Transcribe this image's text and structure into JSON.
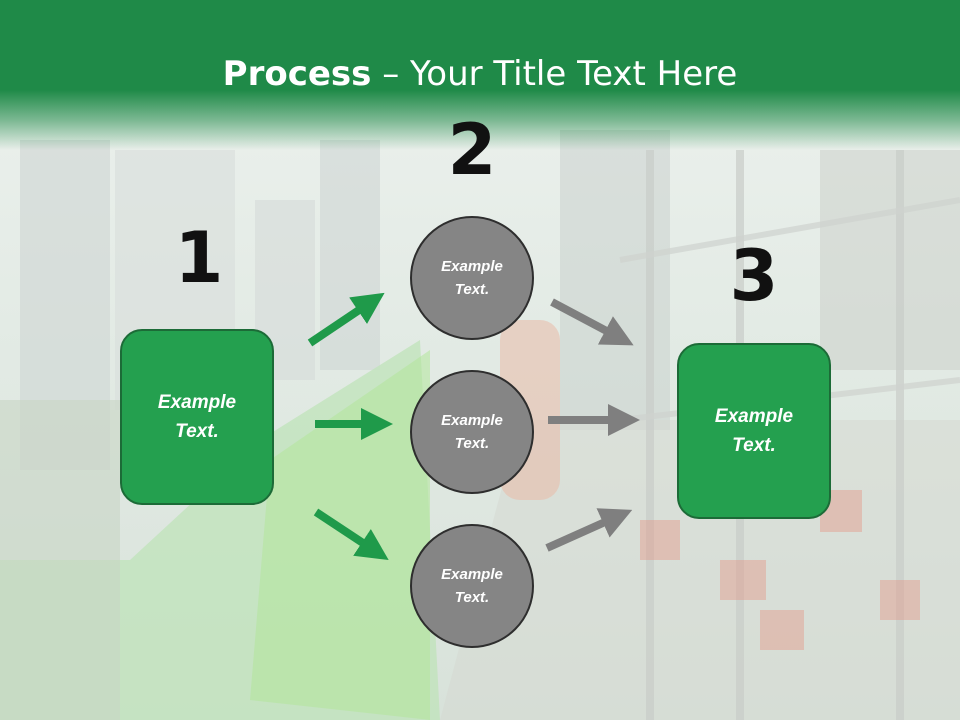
{
  "title": {
    "bold": "Process",
    "separator": " – ",
    "rest": "Your Title Text Here"
  },
  "steps": [
    {
      "number": "1",
      "text": "Example\nText."
    },
    {
      "number": "2",
      "text": ""
    },
    {
      "number": "3",
      "text": "Example\nText."
    }
  ],
  "circles": [
    {
      "text": "Example\nText."
    },
    {
      "text": "Example\nText."
    },
    {
      "text": "Example\nText."
    }
  ],
  "colors": {
    "band": "#1f8a48",
    "box": "#24a04f",
    "box_border": "#1c6b37",
    "circle": "#858585",
    "arrow_green": "#1f9a4a",
    "arrow_gray": "#7f7f7f",
    "number": "#111111"
  },
  "icons": [
    "arrow-right-green",
    "arrow-right-gray"
  ]
}
